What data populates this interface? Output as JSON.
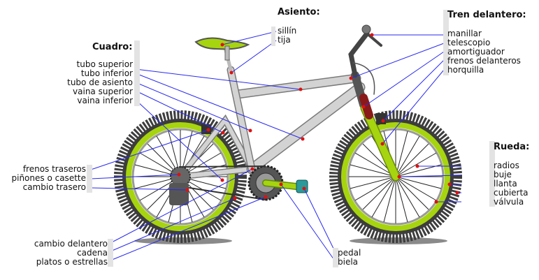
{
  "groups": {
    "asiento": {
      "title": "Asiento:",
      "items": [
        "sillín",
        "tija"
      ]
    },
    "cuadro": {
      "title": "Cuadro:",
      "items": [
        "tubo superior",
        "tubo inferior",
        "tubo de asiento",
        "vaina superior",
        "vaina inferior"
      ]
    },
    "tren_delantero": {
      "title": "Tren delantero:",
      "items": [
        "manillar",
        "telescopio",
        "amortiguador",
        "frenos delanteros",
        "horquilla"
      ]
    },
    "rueda": {
      "title": "Rueda:",
      "items": [
        "radios",
        "buje",
        "llanta",
        "cubierta",
        "válvula"
      ]
    },
    "transmision_trasera": {
      "items": [
        "frenos traseros",
        "piñones o casette",
        "cambio trasero"
      ]
    },
    "transmision_delantera": {
      "items": [
        "cambio delantero",
        "cadena",
        "platos o estrellas"
      ]
    },
    "pedales": {
      "items": [
        "pedal",
        "biela"
      ]
    }
  },
  "colors": {
    "leader_line": "#2a2af0",
    "marker": "#e01010",
    "frame": "#d3d3d3",
    "accent_green": "#a6d40f",
    "tire": "#3d3d3d",
    "label_bar": "#e3e3e3"
  }
}
